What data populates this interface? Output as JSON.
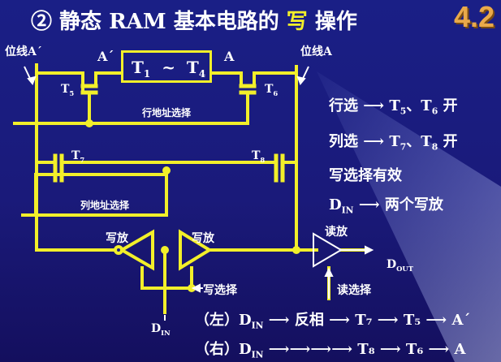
{
  "title": {
    "prefix": "② 静态 RAM 基本电路的 ",
    "highlight": "写",
    "suffix": " 操作"
  },
  "badge": "4.2",
  "labels": {
    "bitline_left": "位线A´",
    "bitline_right": "位线A",
    "node_left": "A´",
    "node_right": "A",
    "box_t1": "T",
    "box_t1_sub": "1",
    "box_tilde": "~",
    "box_t4": "T",
    "box_t4_sub": "4",
    "t5": "T",
    "t5_sub": "5",
    "t6": "T",
    "t6_sub": "6",
    "t7": "T",
    "t7_sub": "7",
    "t8": "T",
    "t8_sub": "8",
    "row_select": "行地址选择",
    "col_select": "列地址选择",
    "write_amp_left": "写放",
    "write_amp_right": "写放",
    "read_amp": "读放",
    "write_select": "写选择",
    "read_select": "读选择",
    "din": "D",
    "din_sub": "IN",
    "dout": "D",
    "dout_sub": "OUT"
  },
  "notes": [
    {
      "lead": "行选",
      "arrow": "⟶",
      "a": "T",
      "a_sub": "5",
      "sep": "、",
      "b": "T",
      "b_sub": "6",
      "end": " 开"
    },
    {
      "lead": "列选",
      "arrow": "⟶",
      "a": "T",
      "a_sub": "7",
      "sep": "、",
      "b": "T",
      "b_sub": "8",
      "end": " 开"
    }
  ],
  "note3": "写选择有效",
  "note4": {
    "d": "D",
    "d_sub": "IN",
    "arrow": "⟶",
    "text": "两个写放"
  },
  "paths": [
    {
      "side": "（左）",
      "d": "D",
      "d_sub": "IN",
      "steps": [
        "反相",
        "T₇",
        "T₅",
        "A´"
      ]
    },
    {
      "side": "（右）",
      "d": "D",
      "d_sub": "IN",
      "steps": [
        "T₈",
        "T₆",
        "A"
      ]
    }
  ],
  "colors": {
    "wire": "#f2ef2a",
    "bg": "#1a1f86",
    "badge": "#e9a94a"
  }
}
